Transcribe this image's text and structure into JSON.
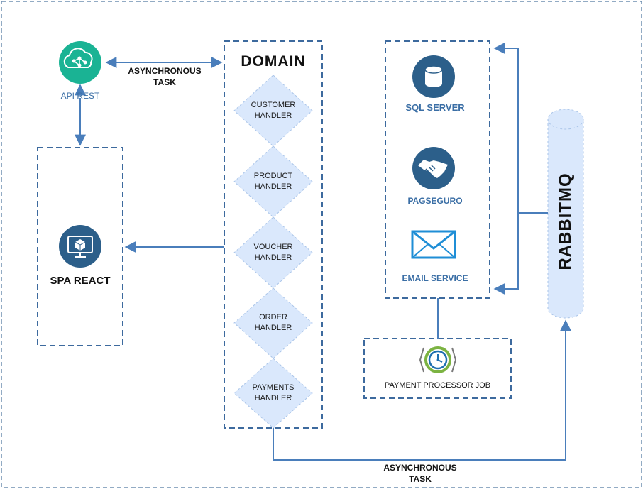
{
  "colors": {
    "line": "#4a7ebb",
    "box_border": "#3d6a9e",
    "icon_dark": "#2c5f8a",
    "teal": "#1ab394",
    "diamond_fill": "#dae8fc",
    "rabbit_fill": "#dae8fc"
  },
  "api_rest": {
    "label": "API REST",
    "icon": "cloud-network-icon"
  },
  "async_top": {
    "line1": "ASYNCHRONOUS",
    "line2": "TASK"
  },
  "async_bottom": {
    "line1": "ASYNCHRONOUS",
    "line2": "TASK"
  },
  "spa": {
    "label": "SPA REACT",
    "icon": "monitor-cube-icon"
  },
  "domain": {
    "title": "DOMAIN",
    "handlers": [
      {
        "line1": "CUSTOMER",
        "line2": "HANDLER"
      },
      {
        "line1": "PRODUCT",
        "line2": "HANDLER"
      },
      {
        "line1": "VOUCHER",
        "line2": "HANDLER"
      },
      {
        "line1": "ORDER",
        "line2": "HANDLER"
      },
      {
        "line1": "PAYMENTS",
        "line2": "HANDLER"
      }
    ]
  },
  "services": {
    "sql": {
      "label": "SQL SERVER",
      "icon": "database-icon"
    },
    "pagseguro": {
      "label": "PAGSEGURO",
      "icon": "handshake-icon"
    },
    "email": {
      "label": "EMAIL SERVICE",
      "icon": "envelope-icon"
    }
  },
  "payment_job": {
    "label": "PAYMENT PROCESSOR JOB",
    "icon": "clock-refresh-icon"
  },
  "rabbitmq": {
    "label": "RABBITMQ"
  }
}
